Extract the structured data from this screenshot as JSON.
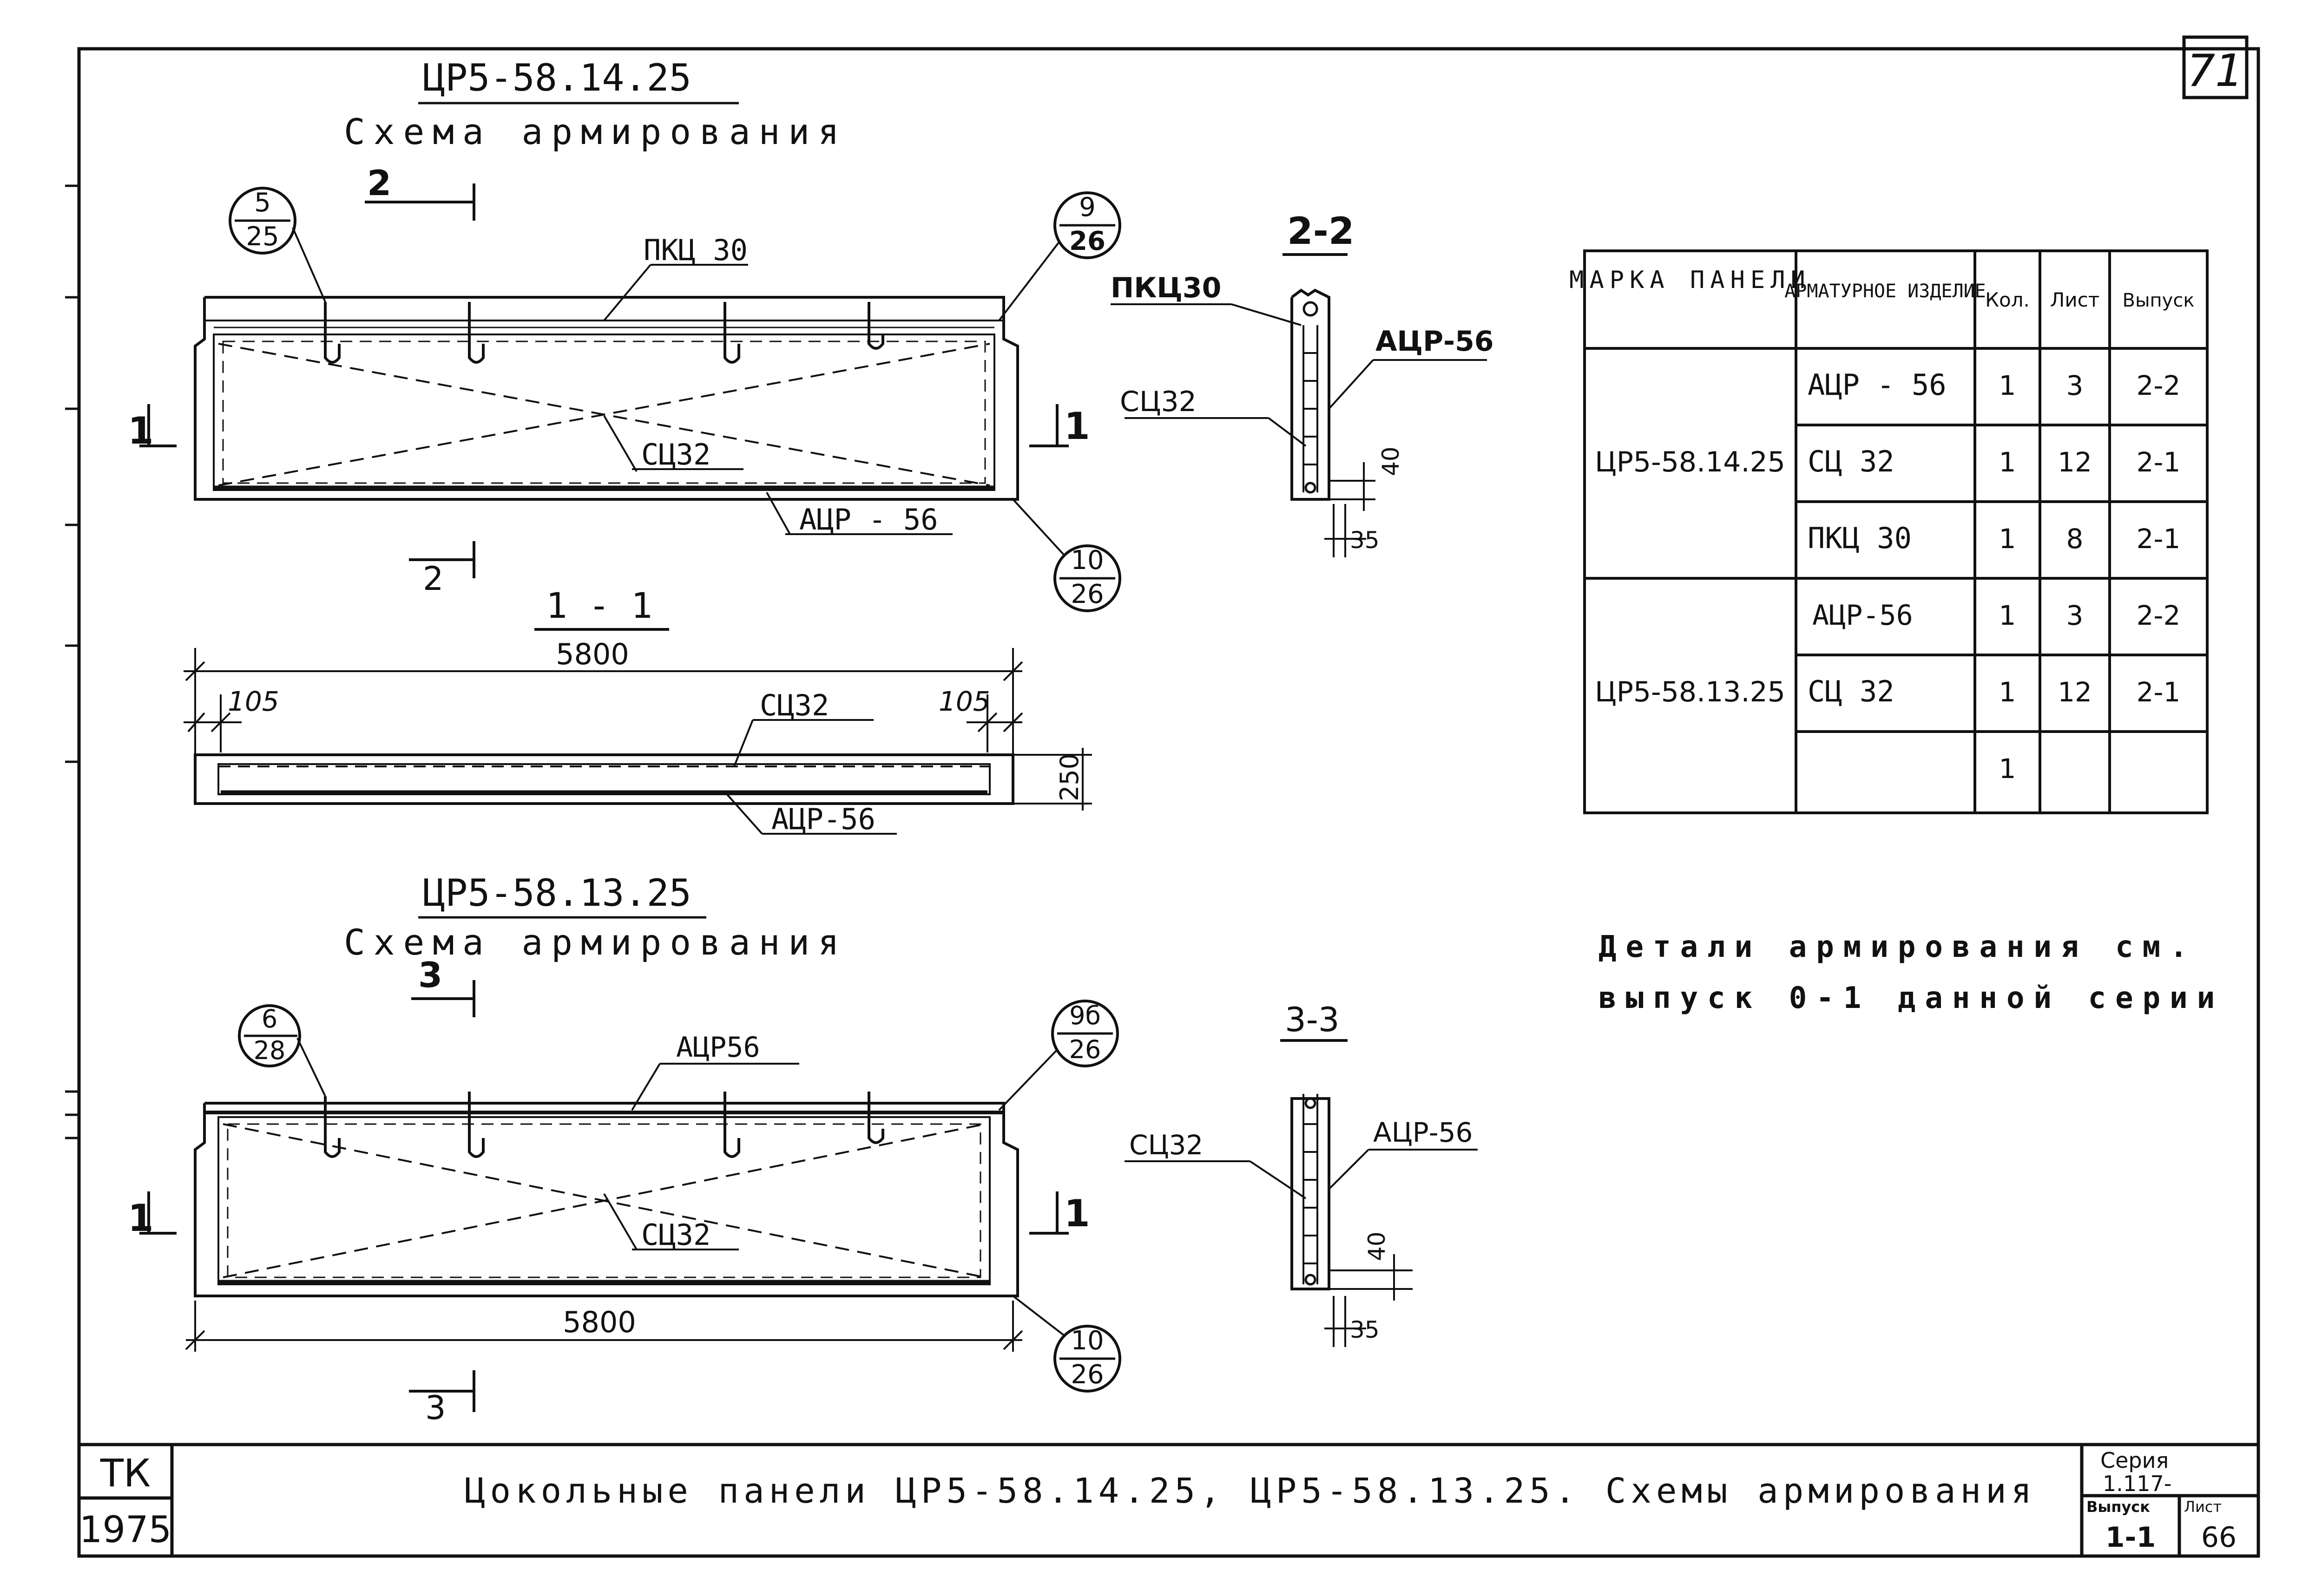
{
  "sheet_number": "71",
  "panel1": {
    "mark": "ЦР5-58.14.25",
    "title": "Схема армирования",
    "items": {
      "pkts": "ПКЦ 30",
      "sts": "СЦ32",
      "atsr": "АЦР - 56"
    },
    "callouts": [
      {
        "top": "5",
        "bottom": "25"
      },
      {
        "top": "9",
        "bottom": "26"
      },
      {
        "top": "10",
        "bottom": "26"
      }
    ],
    "section_marks": {
      "s2": "2",
      "s1": "1"
    }
  },
  "section_1_1": {
    "title": "1 - 1",
    "dim_total": "5800",
    "dim_left": "105",
    "dim_right": "105",
    "dim_height": "250",
    "sts": "СЦ32",
    "atsr": "АЦР-56"
  },
  "section_2_2": {
    "title": "2-2",
    "pkts": "ПКЦ30",
    "sts": "СЦ32",
    "atsr": "АЦР-56",
    "dim_40": "40",
    "dim_35": "35"
  },
  "panel2": {
    "mark": "ЦР5-58.13.25",
    "title": "Схема армирования",
    "items": {
      "atsr": "АЦР56",
      "sts": "СЦ32"
    },
    "callouts": [
      {
        "top": "6",
        "bottom": "28"
      },
      {
        "top": "9б",
        "bottom": "26"
      },
      {
        "top": "10",
        "bottom": "26"
      }
    ],
    "dim_total": "5800",
    "section_marks": {
      "s3": "3",
      "s1": "1"
    }
  },
  "section_3_3": {
    "title": "3-3",
    "sts": "СЦ32",
    "atsr": "АЦР-56",
    "dim_40": "40",
    "dim_35": "35"
  },
  "table": {
    "headers": [
      "МАРКА ПАНЕЛИ",
      "АРМАТУРНОЕ ИЗДЕЛИЕ",
      "Кол.",
      "Лист",
      "Выпуск"
    ],
    "groups": [
      {
        "mark": "ЦР5-58.14.25",
        "rows": [
          [
            "АЦР - 56",
            "1",
            "3",
            "2-2"
          ],
          [
            "СЦ 32",
            "1",
            "12",
            "2-1"
          ],
          [
            "ПКЦ 30",
            "1",
            "8",
            "2-1"
          ]
        ]
      },
      {
        "mark": "ЦР5-58.13.25",
        "rows": [
          [
            "АЦР-56",
            "1",
            "3",
            "2-2"
          ],
          [
            "СЦ 32",
            "1",
            "12",
            "2-1"
          ],
          [
            "",
            "1",
            "",
            ""
          ]
        ]
      }
    ]
  },
  "note": {
    "line1": "Детали армирования см.",
    "line2": "выпуск 0-1 данной серии"
  },
  "title_block": {
    "tk": "ТК",
    "year": "1975",
    "title": "Цокольные панели ЦР5-58.14.25, ЦР5-58.13.25. Схемы армирования",
    "series_label": "Серия",
    "series_value": "1.117-",
    "issue_label": "Выпуск",
    "sheet_label": "Лист",
    "issue_value": "1-1",
    "sheet_value": "66"
  }
}
